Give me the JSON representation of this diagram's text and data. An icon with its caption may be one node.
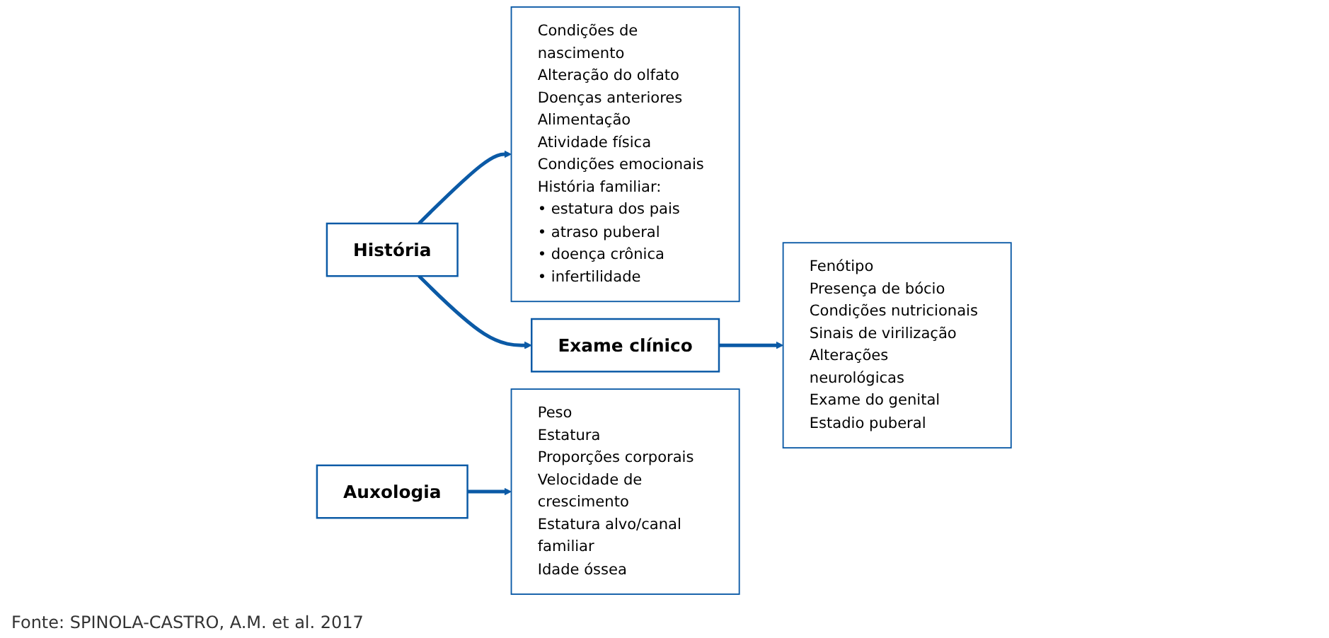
{
  "diagram": {
    "caption": "Fonte: SPINOLA-CASTRO, A.M. et al. 2017",
    "nodes": [
      {
        "text": [
          "História"
        ]
      },
      {
        "text": [
          "Condições de nascimento",
          "Alteração do olfato",
          "Doenças anteriores",
          "Alimentação",
          "Atividade física",
          "Condições emocionais",
          "História familiar:",
          "• estatura dos pais",
          "• atraso puberal",
          "• doença crônica",
          "• infertilidade"
        ]
      },
      {
        "text": [
          "Exame clínico"
        ]
      },
      {
        "text": [
          "Fenótipo",
          "Presença de bócio",
          "Condições nutricionais",
          "Sinais de virilização",
          "Alterações neurológicas",
          "Exame do genital",
          "Estadio puberal"
        ]
      },
      {
        "text": [
          "Auxologia"
        ]
      },
      {
        "text": [
          "Peso",
          "Estatura",
          "Proporções corporais",
          "Velocidade de crescimento",
          "Estatura alvo/canal familiar",
          "Idade óssea"
        ]
      }
    ],
    "edges": [
      {
        "from": 0,
        "to": 1,
        "arrow": "to"
      },
      {
        "from": 0,
        "to": 2,
        "arrow": "to"
      },
      {
        "from": 2,
        "to": 3,
        "arrow": "to"
      },
      {
        "from": 4,
        "to": 5,
        "arrow": "to"
      }
    ]
  }
}
